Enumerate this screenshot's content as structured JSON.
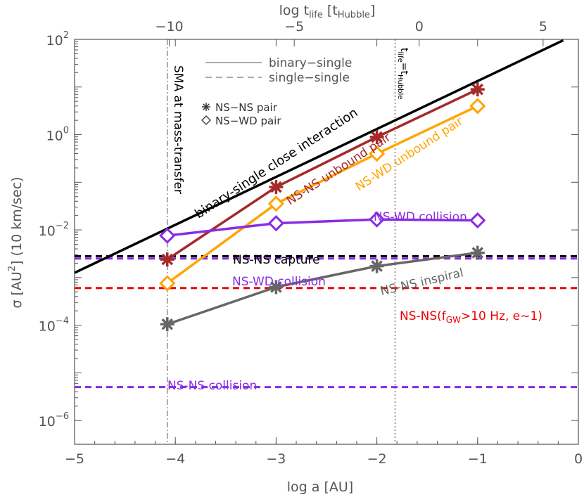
{
  "chart_data": {
    "type": "line",
    "y_log_scale": true,
    "xlim": [
      -5,
      0
    ],
    "ylim_log10": [
      -6.5,
      2.0
    ],
    "xlabel": "log a [AU]",
    "ylabel": "σ [AU²] (10 km/sec)",
    "top_axis": {
      "label": "log t_life [t_Hubble]",
      "ticks": [
        {
          "label": "−10",
          "x": -4.06
        },
        {
          "label": "−5",
          "x": -2.82
        },
        {
          "label": "0",
          "x": -1.58
        },
        {
          "label": "5",
          "x": -0.35
        }
      ]
    },
    "x_ticks": [
      "−5",
      "−4",
      "−3",
      "−2",
      "−1",
      "0"
    ],
    "y_ticks": [
      {
        "label": "10",
        "exp": "2",
        "value": 2
      },
      {
        "label": "10",
        "exp": "0",
        "value": 0
      },
      {
        "label": "10",
        "exp": "−2",
        "value": -2
      },
      {
        "label": "10",
        "exp": "−4",
        "value": -4
      },
      {
        "label": "10",
        "exp": "−6",
        "value": -6
      }
    ],
    "legend": {
      "position": "top-left",
      "line_styles": [
        {
          "label": "binary−single",
          "style": "solid"
        },
        {
          "label": "single−single",
          "style": "dashed"
        }
      ],
      "markers": [
        {
          "label": "NS−NS pair",
          "marker": "asterisk"
        },
        {
          "label": "NS−WD pair",
          "marker": "diamond"
        }
      ]
    },
    "vertical_lines": [
      {
        "label": "SMA at mass-transfer",
        "x": -4.08,
        "style": "dashdot"
      },
      {
        "label_main": "t",
        "label_sub": "life",
        "label_mid": "=t",
        "label_sub2": "Hubble",
        "x": -1.82,
        "style": "dotted"
      }
    ],
    "reference_line": {
      "label": "binary-single close interaction",
      "color": "#000000",
      "x": [
        -5.0,
        -0.15
      ],
      "y_log10": [
        -2.9,
        1.98
      ]
    },
    "series": [
      {
        "name": "NS-NS unbound pair",
        "color": "#a52a2a",
        "marker": "asterisk",
        "x": [
          -4.08,
          -3.0,
          -2.0,
          -1.0
        ],
        "y_log10": [
          -2.62,
          -1.1,
          -0.05,
          0.95
        ]
      },
      {
        "name": "NS-WD unbound pair",
        "color": "#ffa500",
        "marker": "diamond",
        "x": [
          -4.08,
          -3.0,
          -2.0,
          -1.0
        ],
        "y_log10": [
          -3.12,
          -1.45,
          -0.4,
          0.6
        ]
      },
      {
        "name": "NS-WD collision",
        "color": "#8a2be2",
        "marker": "diamond",
        "x": [
          -4.08,
          -3.0,
          -2.0,
          -1.0
        ],
        "y_log10": [
          -2.12,
          -1.86,
          -1.78,
          -1.8
        ]
      },
      {
        "name": "NS-NS inspiral",
        "color": "#666666",
        "marker": "asterisk",
        "x": [
          -4.08,
          -3.0,
          -2.0,
          -1.0
        ],
        "y_log10": [
          -3.98,
          -3.2,
          -2.76,
          -2.48
        ]
      }
    ],
    "horizontal_lines": [
      {
        "name": "NS-NS capture",
        "color": "#000000",
        "y_log10": -2.55
      },
      {
        "name": "NS-WD collision",
        "color": "#8a2be2",
        "y_log10": -2.6
      },
      {
        "name": "NS-NS(f_GW>10 Hz, e~1)",
        "color": "#ee0000",
        "y_log10": -3.22
      },
      {
        "name": "NS-NS collision",
        "color": "#8a2be2",
        "y_log10": -5.3
      }
    ],
    "labels": {
      "binary_single": "binary-single close interaction",
      "nsns_unbound": "NS-NS unbound pair",
      "nswd_unbound": "NS-WD unbound pair",
      "nswd_collision_line": "NS-WD collision",
      "nsns_capture": "NS-NS capture",
      "nswd_collision_h": "NS-WD collision",
      "nsns_inspiral": "NS-NS inspiral",
      "nsns_gw_prefix": "NS-NS(f",
      "nsns_gw_sub": "GW",
      "nsns_gw_suffix": ">10 Hz, e~1)",
      "nsns_collision": "NS-NS collision"
    }
  }
}
